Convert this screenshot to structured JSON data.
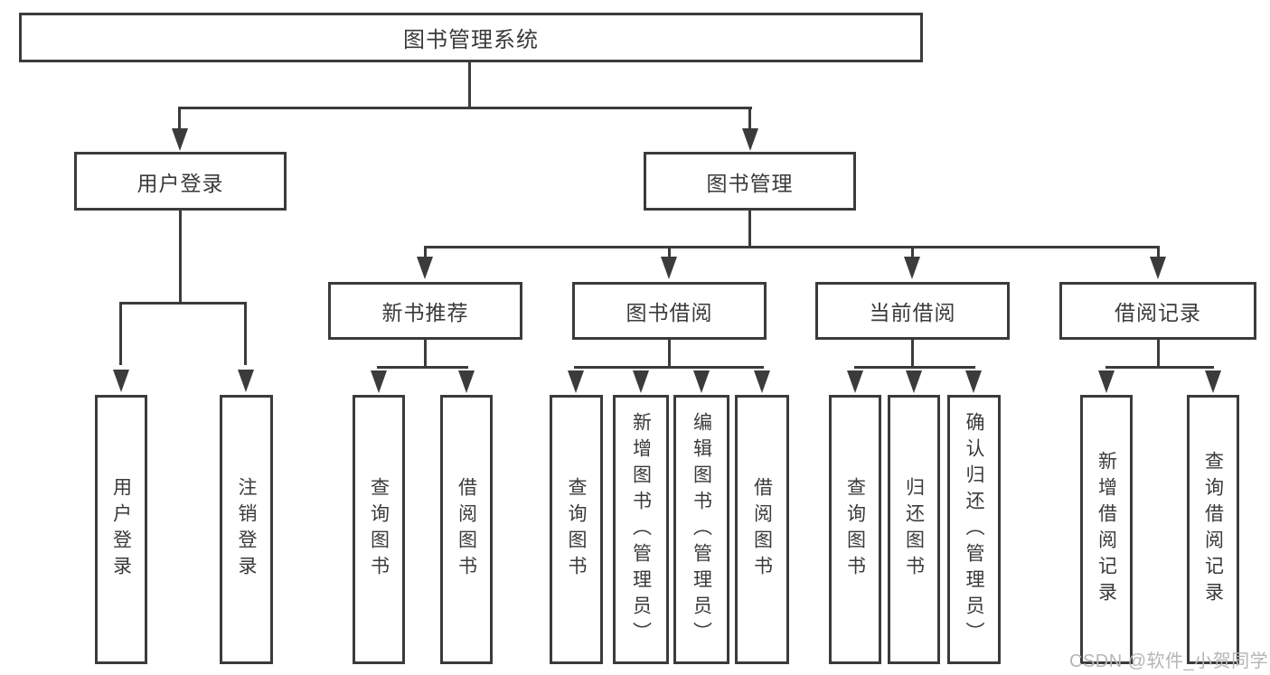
{
  "diagram_title": "图书管理系统",
  "tree": {
    "label": "图书管理系统",
    "children": [
      {
        "label": "用户登录",
        "children": [
          {
            "label": "用户登录"
          },
          {
            "label": "注销登录"
          }
        ]
      },
      {
        "label": "图书管理",
        "children": [
          {
            "label": "新书推荐",
            "children": [
              {
                "label": "查询图书"
              },
              {
                "label": "借阅图书"
              }
            ]
          },
          {
            "label": "图书借阅",
            "children": [
              {
                "label": "查询图书"
              },
              {
                "label": "新增图书（管理员）"
              },
              {
                "label": "编辑图书（管理员）"
              },
              {
                "label": "借阅图书"
              }
            ]
          },
          {
            "label": "当前借阅",
            "children": [
              {
                "label": "查询图书"
              },
              {
                "label": "归还图书"
              },
              {
                "label": "确认归还（管理员）"
              }
            ]
          },
          {
            "label": "借阅记录",
            "children": [
              {
                "label": "新增借阅记录"
              },
              {
                "label": "查询借阅记录"
              }
            ]
          }
        ]
      }
    ]
  },
  "watermark": "CSDN @软件_小贺同学",
  "colors": {
    "box_border": "#3b3b3b",
    "line": "#3b3b3b",
    "text": "#3a3a3a",
    "watermark": "#b5b5b5",
    "background": "#ffffff"
  }
}
